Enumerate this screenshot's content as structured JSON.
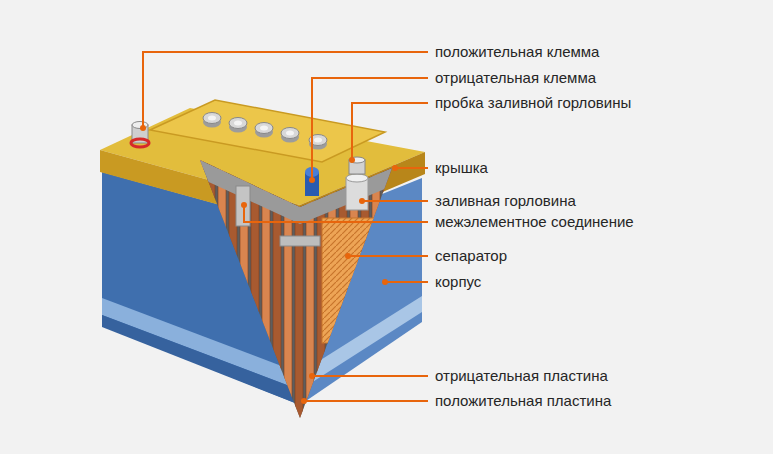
{
  "diagram": {
    "labels": [
      "положительная клемма",
      "отрицательная клемма",
      "пробка заливной горловины",
      "крышка",
      "заливная горловина",
      "межэлементное соединение",
      "сепаратор",
      "корпус",
      "отрицательная пластина",
      "положительная пластина"
    ]
  }
}
